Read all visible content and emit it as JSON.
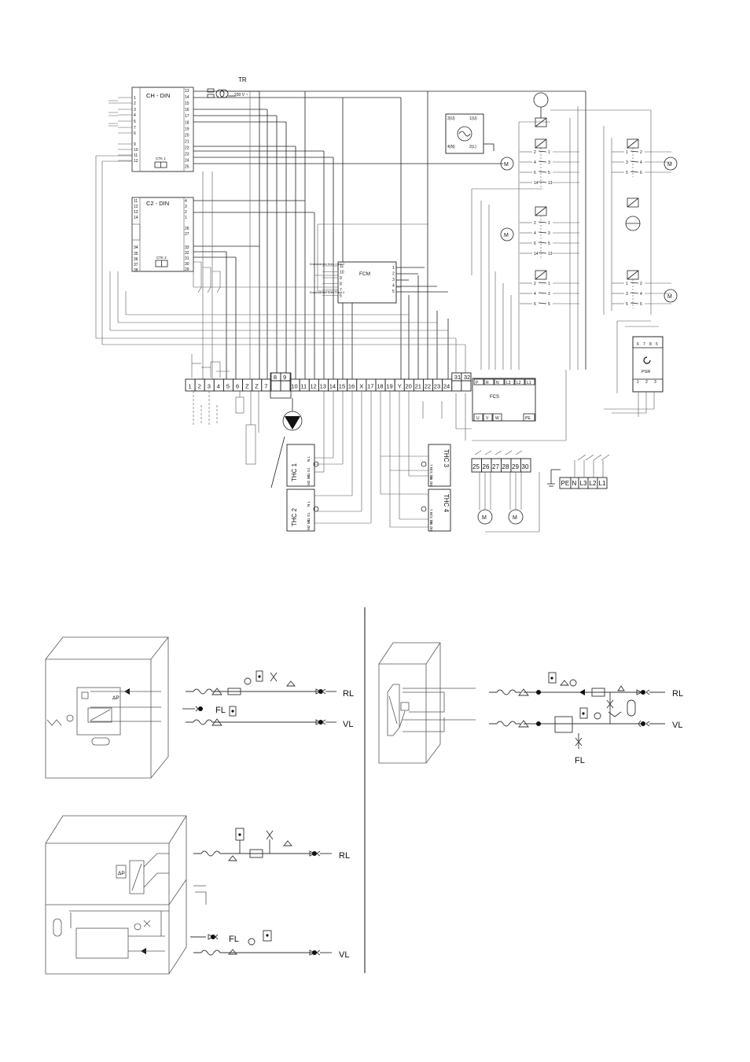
{
  "wiring": {
    "transformer_label": "TR",
    "transformer_voltage": "230 V ~",
    "ch_din": {
      "label": "CH - DIN",
      "left_pins": [
        "1",
        "2",
        "3",
        "4",
        "5",
        "7",
        "6",
        "9",
        "10",
        "11",
        "12"
      ],
      "right_pins": [
        "13",
        "14",
        "15",
        "16",
        "17",
        "18",
        "19",
        "20",
        "21",
        "22",
        "23",
        "24",
        "25"
      ],
      "ctk_label": "CTK 1"
    },
    "c2_din": {
      "label": "C2 - DIN",
      "left_pins": [
        "11",
        "12",
        "13",
        "14",
        "34",
        "35",
        "36",
        "37",
        "38"
      ],
      "right_pins": [
        "4",
        "3",
        "2",
        "1",
        "26",
        "27",
        "33",
        "32",
        "31",
        "30",
        "29"
      ],
      "ctk_label": "CTK 2"
    },
    "fcm": {
      "label": "FCM",
      "left_pins": [
        "11",
        "10",
        "9",
        "8",
        "7",
        "6"
      ],
      "right_pins": [
        "1",
        "2",
        "3",
        "4",
        "5"
      ],
      "note_top": "Druckwächter Kreis 1 und 2",
      "note_bottom": "Druckwächter Kreis 3 und 4"
    },
    "switch_unit": {
      "pins": [
        "3(U)",
        "1(U)",
        "4(N)",
        "2(L)"
      ]
    },
    "contactor_pins": {
      "upper_left": [
        "2",
        "1",
        "4",
        "3",
        "6",
        "5",
        "14",
        "13"
      ],
      "upper_right": [
        "1",
        "2",
        "3",
        "4",
        "5",
        "6"
      ],
      "middle": [
        "2",
        "1",
        "4",
        "3",
        "6",
        "5",
        "14",
        "13"
      ],
      "lower_left": [
        "2",
        "1",
        "4",
        "3",
        "6",
        "5"
      ],
      "lower_right": [
        "1",
        "2",
        "3",
        "4",
        "5",
        "6"
      ]
    },
    "terminal_strip": [
      "1",
      "2",
      "3",
      "4",
      "5",
      "6",
      "Z",
      "Z",
      "7",
      "8",
      "9",
      "10",
      "11",
      "12",
      "13",
      "14",
      "15",
      "16",
      "X",
      "17",
      "18",
      "19",
      "Y",
      "20",
      "21",
      "22",
      "23",
      "24",
      "31",
      "32"
    ],
    "fcs": {
      "label": "FCS",
      "top_pins": [
        "P",
        "R",
        "N",
        "L3",
        "L2",
        "L1"
      ],
      "bottom_pins": [
        "U",
        "V",
        "W"
      ],
      "pe": "PE"
    },
    "psr": {
      "label": "PSR",
      "top_pins": [
        "6",
        "7",
        "8",
        "5"
      ],
      "bottom_pins": [
        "1",
        "2",
        "3"
      ]
    },
    "fan_terminals": [
      "25",
      "26",
      "27",
      "28",
      "29",
      "30"
    ],
    "supply_terminals": [
      "PE",
      "N",
      "L3",
      "L2",
      "L1"
    ],
    "thc": [
      {
        "label": "THC 1",
        "pins": "N L",
        "pins2": "S1 S1",
        "pins3": "M2 M1"
      },
      {
        "label": "THC 2",
        "pins": "N L",
        "pins2": "S1 S1",
        "pins3": "M2 M1"
      },
      {
        "label": "THC 3",
        "pins": "N L",
        "pins2": "S1 S1",
        "pins3": "M2 M1"
      },
      {
        "label": "THC 4",
        "pins": "N L",
        "pins2": "S1 S1",
        "pins3": "M2 M1"
      }
    ],
    "motor_label": "M"
  },
  "hydraulics": {
    "dp_label": "ΔP",
    "rl": "RL",
    "vl": "VL",
    "fl": "FL"
  }
}
